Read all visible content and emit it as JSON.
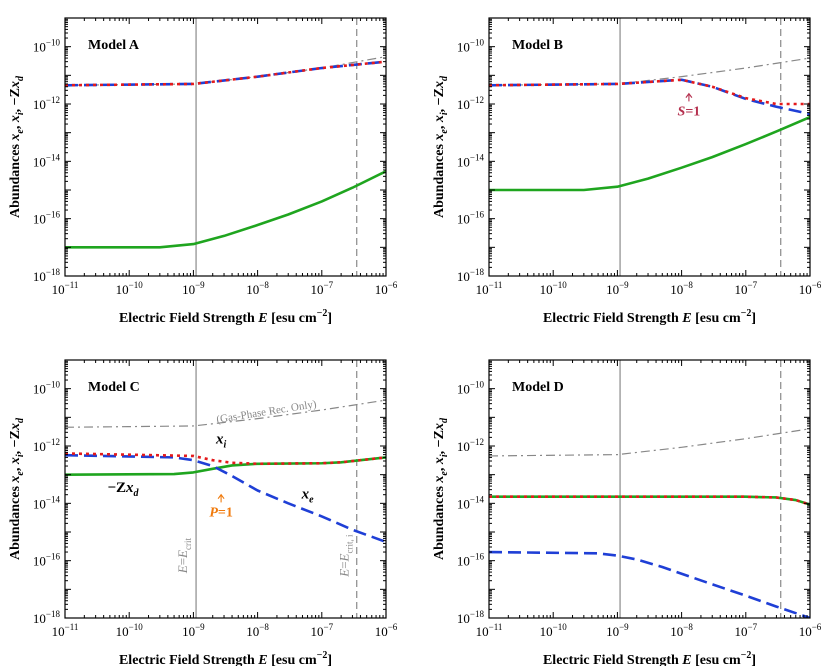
{
  "figure": {
    "ylabel": "Abundances",
    "xlabel": "Electric Field Strength",
    "xlabel_var": "E",
    "xlabel_unit_open": "[esu cm",
    "xlabel_unit_exp": "−2",
    "xlabel_unit_close": "]"
  },
  "chart_data": [
    {
      "type": "line",
      "title": "Model A",
      "xscale": "log",
      "yscale": "log",
      "xlim": [
        1e-11,
        1e-06
      ],
      "ylim": [
        1e-18,
        1e-09
      ],
      "grid": false,
      "vlines": [
        1.1e-09,
        3.5e-07
      ],
      "series": [
        {
          "key": "gas",
          "color": "#888888",
          "style": "dashdot",
          "x": [
            1e-11,
            1e-09,
            1e-08,
            1e-07,
            1e-06
          ],
          "y": [
            4.5e-12,
            5e-12,
            9e-12,
            1.8e-11,
            4.5e-11
          ]
        },
        {
          "key": "xi",
          "color": "#e41a1c",
          "style": "dotted",
          "x": [
            1e-11,
            1e-09,
            1e-08,
            1e-07,
            1e-06
          ],
          "y": [
            4.5e-12,
            5e-12,
            9e-12,
            1.8e-11,
            3e-11
          ]
        },
        {
          "key": "xe",
          "color": "#1f3fd6",
          "style": "dashed",
          "x": [
            1e-11,
            1e-09,
            1e-08,
            1e-07,
            1e-06
          ],
          "y": [
            4.5e-12,
            5e-12,
            9e-12,
            1.8e-11,
            3e-11
          ]
        },
        {
          "key": "xd",
          "color": "#1fa51f",
          "style": "solid",
          "x": [
            1e-11,
            3e-10,
            1e-09,
            3e-09,
            1e-08,
            3e-08,
            1e-07,
            3e-07,
            1e-06
          ],
          "y": [
            1e-17,
            1e-17,
            1.3e-17,
            2.5e-17,
            6e-17,
            1.4e-16,
            4e-16,
            1.2e-15,
            4.5e-15
          ]
        }
      ],
      "annotations": []
    },
    {
      "type": "line",
      "title": "Model B",
      "xscale": "log",
      "yscale": "log",
      "xlim": [
        1e-11,
        1e-06
      ],
      "ylim": [
        1e-18,
        1e-09
      ],
      "grid": false,
      "vlines": [
        1.1e-09,
        3.5e-07
      ],
      "series": [
        {
          "key": "gas",
          "color": "#888888",
          "style": "dashdot",
          "x": [
            1e-11,
            1e-09,
            1e-08,
            1e-07,
            1e-06
          ],
          "y": [
            4.5e-12,
            5e-12,
            9e-12,
            1.8e-11,
            4e-11
          ]
        },
        {
          "key": "xi",
          "color": "#e41a1c",
          "style": "dotted",
          "x": [
            1e-11,
            1e-09,
            1e-08,
            3e-08,
            1e-07,
            3e-07,
            1e-06
          ],
          "y": [
            4.5e-12,
            5e-12,
            7e-12,
            4e-12,
            1.6e-12,
            1e-12,
            1e-12
          ]
        },
        {
          "key": "xe",
          "color": "#1f3fd6",
          "style": "dashed",
          "x": [
            1e-11,
            1e-09,
            1e-08,
            3e-08,
            1e-07,
            3e-07,
            1e-06
          ],
          "y": [
            4.5e-12,
            5e-12,
            7e-12,
            4e-12,
            1.5e-12,
            8e-13,
            4.5e-13
          ]
        },
        {
          "key": "xd",
          "color": "#1fa51f",
          "style": "solid",
          "x": [
            1e-11,
            3e-10,
            1e-09,
            3e-09,
            1e-08,
            3e-08,
            1e-07,
            3e-07,
            1e-06
          ],
          "y": [
            1e-15,
            1e-15,
            1.3e-15,
            2.5e-15,
            6e-15,
            1.4e-14,
            4e-14,
            1.1e-13,
            3.5e-13
          ]
        }
      ],
      "annotations": [
        {
          "key": "S",
          "text": "=1",
          "sym": "S",
          "x": 1.3e-08,
          "y": 4e-13,
          "arrow_y": 2.3e-12,
          "color": "#b5314f"
        }
      ]
    },
    {
      "type": "line",
      "title": "Model C",
      "xscale": "log",
      "yscale": "log",
      "xlim": [
        1e-11,
        1e-06
      ],
      "ylim": [
        1e-18,
        1e-09
      ],
      "grid": false,
      "vlines": [
        1.1e-09,
        3.5e-07
      ],
      "series": [
        {
          "key": "gas",
          "color": "#888888",
          "style": "dashdot",
          "x": [
            1e-11,
            1e-09,
            1e-08,
            1e-07,
            1e-06
          ],
          "y": [
            4.5e-12,
            5e-12,
            9e-12,
            1.8e-11,
            4e-11
          ]
        },
        {
          "key": "xi",
          "color": "#e41a1c",
          "style": "dotted",
          "x": [
            1e-11,
            1e-09,
            2e-09,
            4e-09,
            1e-08,
            1e-07,
            2e-07,
            1e-06
          ],
          "y": [
            5.5e-13,
            4.5e-13,
            3.2e-13,
            2.6e-13,
            2.4e-13,
            2.5e-13,
            2.7e-13,
            4e-13
          ]
        },
        {
          "key": "xe",
          "color": "#1f3fd6",
          "style": "dashed",
          "x": [
            1e-11,
            5e-10,
            1e-09,
            2e-09,
            4e-09,
            1e-08,
            3e-08,
            1e-07,
            3e-07,
            1e-06
          ],
          "y": [
            4.8e-13,
            4e-13,
            3.2e-13,
            2e-13,
            9e-14,
            2.8e-14,
            1e-14,
            3.5e-15,
            1.2e-15,
            4.5e-16
          ]
        },
        {
          "key": "xd",
          "color": "#1fa51f",
          "style": "solid",
          "x": [
            1e-11,
            5e-10,
            1e-09,
            2e-09,
            4e-09,
            1e-08,
            1e-07,
            2e-07,
            1e-06
          ],
          "y": [
            1e-13,
            1.05e-13,
            1.2e-13,
            1.6e-13,
            2.1e-13,
            2.4e-13,
            2.5e-13,
            2.7e-13,
            4e-13
          ]
        }
      ],
      "annotations": [
        {
          "key": "P",
          "text": "=1",
          "sym": "P",
          "x": 2.7e-09,
          "y": 3.5e-15,
          "arrow_y": 2e-14,
          "color": "#f07a0c"
        },
        {
          "key": "xi_lab",
          "text": "x",
          "sub": "i",
          "x": 2.7e-09,
          "y": 1.2e-12,
          "color": "#000000"
        },
        {
          "key": "xe_lab",
          "text": "x",
          "sub": "e",
          "x": 6e-08,
          "y": 1.5e-14,
          "color": "#000000"
        },
        {
          "key": "xd_lab",
          "text": "−Zx",
          "sub": "d",
          "x": 8e-11,
          "y": 2.5e-14,
          "color": "#000000"
        },
        {
          "key": "gas_lab",
          "text": "(Gas-Phase Rec. Only)",
          "x": 1.4e-08,
          "y": 1.2e-11,
          "color": "#888888",
          "rotate": -9
        },
        {
          "key": "ecrit_lab",
          "text": "E=E",
          "sub": "crit",
          "x": 8e-10,
          "y": 1.5e-16,
          "color": "#888888",
          "rotate": -90
        },
        {
          "key": "ecriti_lab",
          "text": "E=E",
          "sub": "crit, i",
          "x": 2.6e-07,
          "y": 1.5e-16,
          "color": "#888888",
          "rotate": -90
        }
      ]
    },
    {
      "type": "line",
      "title": "Model D",
      "xscale": "log",
      "yscale": "log",
      "xlim": [
        1e-11,
        1e-06
      ],
      "ylim": [
        1e-18,
        1e-09
      ],
      "grid": false,
      "vlines": [
        1.1e-09,
        3.5e-07
      ],
      "series": [
        {
          "key": "gas",
          "color": "#888888",
          "style": "dashdot",
          "x": [
            1e-11,
            1e-09,
            1e-08,
            1e-07,
            1e-06
          ],
          "y": [
            4.5e-13,
            5e-13,
            9e-13,
            1.8e-12,
            4e-12
          ]
        },
        {
          "key": "xi",
          "color": "#e41a1c",
          "style": "dotted",
          "x": [
            1e-11,
            1e-09,
            1e-08,
            1e-07,
            3e-07,
            6e-07,
            1e-06
          ],
          "y": [
            1.7e-14,
            1.7e-14,
            1.7e-14,
            1.7e-14,
            1.6e-14,
            1.3e-14,
            9e-15
          ]
        },
        {
          "key": "xe",
          "color": "#1f3fd6",
          "style": "dashed",
          "x": [
            1e-11,
            5e-10,
            1e-09,
            2e-09,
            5e-09,
            1e-08,
            3e-08,
            1e-07,
            3e-07,
            1e-06
          ],
          "y": [
            2e-16,
            1.8e-16,
            1.5e-16,
            1.1e-16,
            6e-17,
            3.5e-17,
            1.5e-17,
            6e-18,
            2.5e-18,
            1e-18
          ]
        },
        {
          "key": "xd",
          "color": "#1fa51f",
          "style": "solid",
          "x": [
            1e-11,
            1e-09,
            1e-08,
            1e-07,
            3e-07,
            6e-07,
            1e-06
          ],
          "y": [
            1.7e-14,
            1.7e-14,
            1.7e-14,
            1.7e-14,
            1.6e-14,
            1.3e-14,
            9e-15
          ]
        }
      ],
      "annotations": []
    }
  ]
}
